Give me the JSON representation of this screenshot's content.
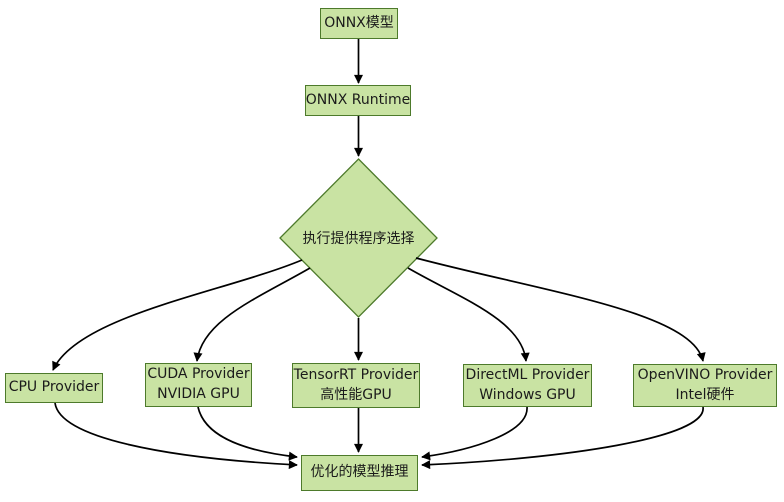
{
  "colors": {
    "node_fill": "#c9e3a3",
    "node_border": "#4d7a2b",
    "edge": "#000000",
    "text": "#1b1b1b",
    "bg": "#ffffff"
  },
  "nodes": {
    "onnx_model": {
      "label": "ONNX模型"
    },
    "onnx_runtime": {
      "label": "ONNX Runtime"
    },
    "decision": {
      "label": "执行提供程序选择"
    },
    "cpu": {
      "line1": "CPU Provider"
    },
    "cuda": {
      "line1": "CUDA Provider",
      "line2": "NVIDIA GPU"
    },
    "tensorrt": {
      "line1": "TensorRT Provider",
      "line2": "高性能GPU"
    },
    "directml": {
      "line1": "DirectML Provider",
      "line2": "Windows GPU"
    },
    "openvino": {
      "line1": "OpenVINO Provider",
      "line2": "Intel硬件"
    },
    "optimized": {
      "label": "优化的模型推理"
    }
  }
}
